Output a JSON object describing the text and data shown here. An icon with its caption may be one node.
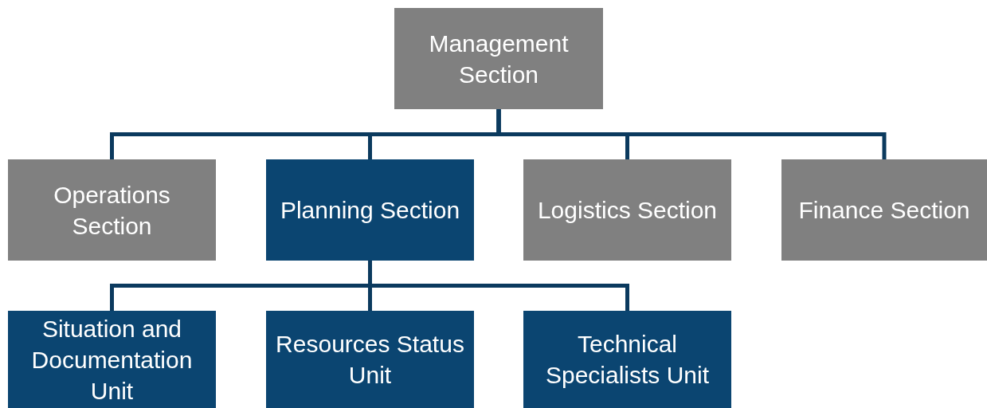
{
  "diagram": {
    "nodes": [
      {
        "text": [
          "Management Section"
        ]
      },
      {
        "text": [
          "Operations Section"
        ]
      },
      {
        "text": [
          "Planning Section"
        ]
      },
      {
        "text": [
          "Logistics Section"
        ]
      },
      {
        "text": [
          "Finance Section"
        ]
      },
      {
        "text": [
          "Situation and Documentation Unit"
        ]
      },
      {
        "text": [
          "Resources Status Unit"
        ]
      },
      {
        "text": [
          "Technical Specialists Unit"
        ]
      }
    ],
    "edges": [
      {
        "from": 0,
        "to": 1,
        "arrow": "none"
      },
      {
        "from": 0,
        "to": 2,
        "arrow": "none"
      },
      {
        "from": 0,
        "to": 3,
        "arrow": "none"
      },
      {
        "from": 0,
        "to": 4,
        "arrow": "none"
      },
      {
        "from": 2,
        "to": 5,
        "arrow": "none"
      },
      {
        "from": 2,
        "to": 6,
        "arrow": "none"
      },
      {
        "from": 2,
        "to": 7,
        "arrow": "none"
      }
    ]
  }
}
